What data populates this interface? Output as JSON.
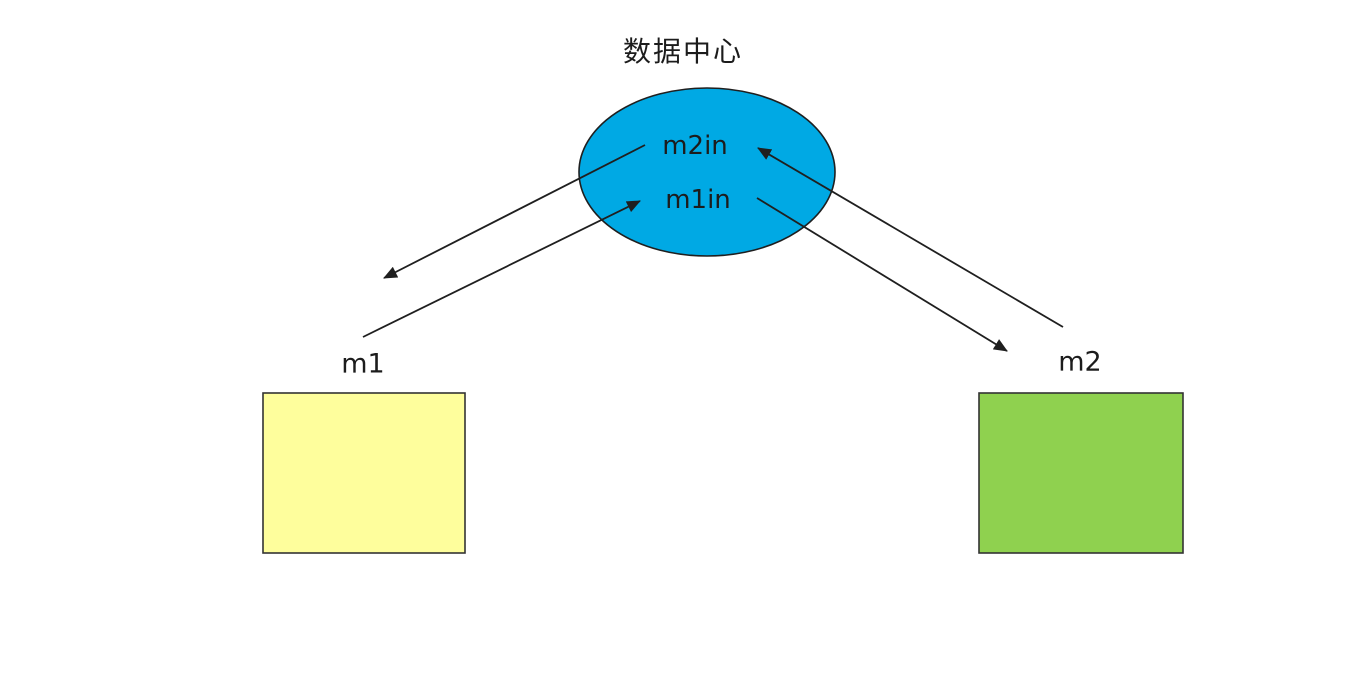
{
  "diagram": {
    "title": "数据中心",
    "hub": {
      "label": "数据中心",
      "shape": "ellipse",
      "fill": "#00A9E4",
      "stroke": "#1f1f1f",
      "inner_labels": {
        "m2in": "m2in",
        "m1in": "m1in"
      }
    },
    "nodes": {
      "m1": {
        "label": "m1",
        "shape": "rectangle",
        "fill": "#FEFE9C",
        "stroke": "#333333"
      },
      "m2": {
        "label": "m2",
        "shape": "rectangle",
        "fill": "#8FD14F",
        "stroke": "#333333"
      }
    },
    "edges": [
      {
        "from": "数据中心",
        "to": "m1",
        "arrowhead_at": "m1"
      },
      {
        "from": "m1",
        "to": "m1in",
        "arrowhead_at": "m1in"
      },
      {
        "from": "m2",
        "to": "m2in",
        "arrowhead_at": "m2in"
      },
      {
        "from": "数据中心",
        "to": "m2",
        "arrowhead_at": "m2"
      }
    ],
    "colors": {
      "background": "#FFFFFF",
      "arrow": "#1f1f1f",
      "text": "#1c1c1c"
    }
  }
}
